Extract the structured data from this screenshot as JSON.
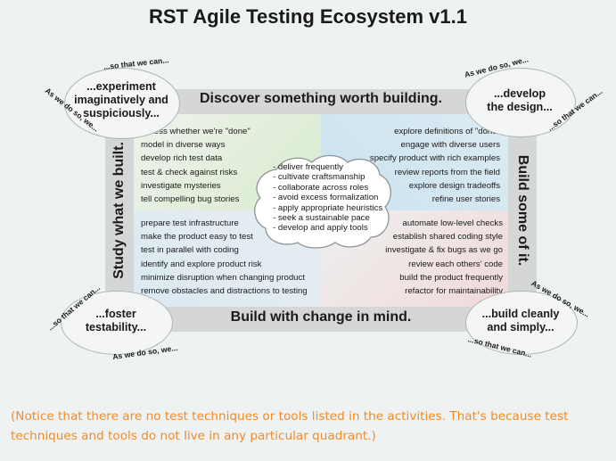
{
  "title": "RST Agile Testing Ecosystem v1.1",
  "bands": {
    "top": "Discover something worth building.",
    "bottom": "Build with change in mind.",
    "left": "Study what we built.",
    "right": "Build some of it."
  },
  "corners": {
    "top_left": {
      "lines": [
        "...experiment",
        "imaginatively and",
        "suspiciously..."
      ],
      "arc_outer": "...so that we can...",
      "arc_inner": "As we do so, we..."
    },
    "top_right": {
      "lines": [
        "...develop",
        "the design..."
      ],
      "arc_outer": "As we do so, we...",
      "arc_inner": "...so that we can..."
    },
    "bottom_left": {
      "lines": [
        "...foster",
        "testability..."
      ],
      "arc_outer": "...so that we can...",
      "arc_inner": "As we do so, we..."
    },
    "bottom_right": {
      "lines": [
        "...build cleanly",
        "and simply..."
      ],
      "arc_outer": "As we do so, we...",
      "arc_inner": "...so that we can..."
    }
  },
  "quadrants": {
    "top_left": [
      "assess whether we're \"done\"",
      "model in diverse ways",
      "develop rich test data",
      "test & check against risks",
      "investigate mysteries",
      "tell compelling bug stories"
    ],
    "top_right": [
      "explore definitions of \"done\"",
      "engage with diverse users",
      "specify product with rich examples",
      "review reports from the field",
      "explore design tradeoffs",
      "refine user stories"
    ],
    "bottom_left": [
      "prepare test infrastructure",
      "make the product easy to test",
      "test in parallel with coding",
      "identify and explore product risk",
      "minimize disruption when changing product",
      "remove obstacles and distractions to testing"
    ],
    "bottom_right": [
      "automate low-level checks",
      "establish shared coding style",
      "investigate & fix bugs as we go",
      "review each others' code",
      "build the product frequently",
      "refactor for maintainability"
    ]
  },
  "center": [
    "- deliver frequently",
    "- cultivate craftsmanship",
    "- collaborate across roles",
    "- avoid excess formalization",
    "- apply appropriate heuristics",
    "- seek a sustainable pace",
    "- develop and apply tools"
  ],
  "note": "(Notice that there are no test techniques or tools listed in the activities. That's because test techniques and tools do not live in any particular quadrant.)",
  "colors": {
    "note": "#f08c2a",
    "band": "#d4d7d6",
    "background": "#eef2f2"
  }
}
